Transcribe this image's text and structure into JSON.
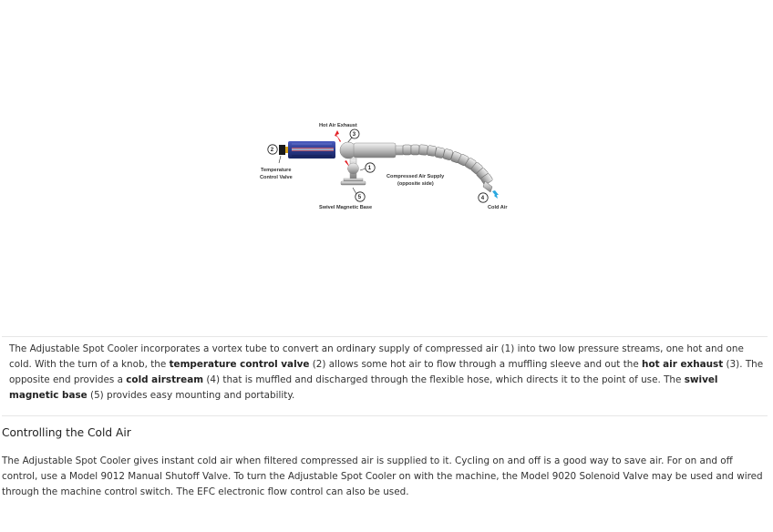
{
  "diagram": {
    "labels": {
      "hot_air_exhaust": "Hot Air Exhaust",
      "temperature_control_valve_line1": "Temperature",
      "temperature_control_valve_line2": "Control Valve",
      "compressed_air_supply_line1": "Compressed Air Supply",
      "compressed_air_supply_line2": "(opposite side)",
      "swivel_magnetic_base": "Swivel Magnetic Base",
      "cold_air": "Cold Air"
    },
    "callouts": {
      "c1": "1",
      "c2": "2",
      "c3": "3",
      "c4": "4",
      "c5": "5"
    },
    "colors": {
      "hot_arrow": "#e31e24",
      "cold_arrow": "#29a8e0",
      "tube_blue": "#2b3a8c"
    }
  },
  "description": {
    "s1": "The Adjustable Spot Cooler incorporates a vortex tube to convert an ordinary supply of compressed air (1) into two low pressure streams, one hot and one cold. With the turn of a knob, the ",
    "b1": "temperature control valve",
    "s2": " (2) allows some hot air to flow through a muffling sleeve and out the ",
    "b2": "hot air exhaust",
    "s3": " (3). The opposite end provides a ",
    "b3": "cold airstream",
    "s4": " (4) that is muffled and discharged through the flexible hose, which directs it to the point of use. The ",
    "b4": "swivel magnetic base",
    "s5": " (5) provides easy mounting and portability."
  },
  "section": {
    "heading": "Controlling the Cold Air",
    "text": "The Adjustable Spot Cooler gives instant cold air when filtered compressed air is supplied to it. Cycling on and off is a good way to save air. For on and off control, use a Model 9012 Manual Shutoff Valve. To turn the Adjustable Spot Cooler on with the machine, the Model 9020 Solenoid Valve may be used and wired through the machine control switch. The EFC electronic flow control can also be used."
  }
}
